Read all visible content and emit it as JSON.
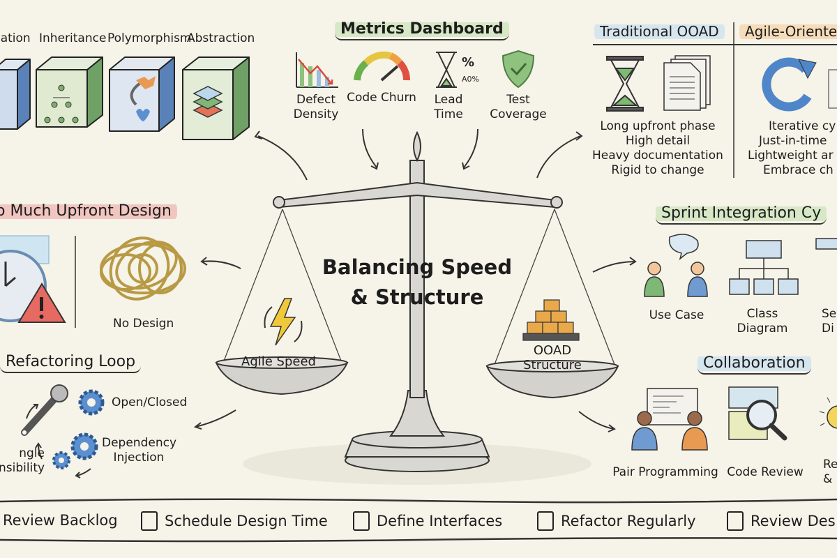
{
  "pillars": {
    "items": [
      {
        "label": "lation",
        "color": "#6f9bd1"
      },
      {
        "label": "Inheritance",
        "color": "#8fbf7f"
      },
      {
        "label": "Polymorphism",
        "color": "#6f9bd1"
      },
      {
        "label": "Abstraction",
        "color": "#8fbf7f"
      }
    ]
  },
  "metrics": {
    "title": "Metrics Dashboard",
    "items": [
      {
        "label_1": "Defect",
        "label_2": "Density",
        "icon": "bar-chart-down-icon"
      },
      {
        "label_1": "Code Churn",
        "label_2": "",
        "icon": "gauge-icon"
      },
      {
        "label_1": "Lead",
        "label_2": "Time",
        "icon": "hourglass-icon",
        "badge_1": "%",
        "badge_2": "A0%"
      },
      {
        "label_1": "Test",
        "label_2": "Coverage",
        "icon": "shield-check-icon"
      }
    ]
  },
  "comparison": {
    "left": {
      "title": "Traditional OOAD",
      "lines": [
        "Long upfront phase",
        "High detail",
        "Heavy documentation",
        "Rigid to change"
      ]
    },
    "right": {
      "title": "Agile-Oriented",
      "lines": [
        "Iterative cy",
        "Just-in-time",
        "Lightweight ar",
        "Embrace ch"
      ]
    }
  },
  "antipatterns": {
    "title": "o Much Upfront Design",
    "no_design": "No Design"
  },
  "refactoring": {
    "title": "Refactoring Loop",
    "open_closed": "Open/Closed",
    "dependency_1": "Dependency",
    "dependency_2": "Injection",
    "single_1": "ngle",
    "single_2": "nsibility"
  },
  "center": {
    "title_1": "Balancing Speed",
    "title_2": "& Structure",
    "left_pan": "Agile Speed",
    "right_pan_1": "OOAD",
    "right_pan_2": "Structure"
  },
  "sprint": {
    "title": "Sprint Integration Cy",
    "items": [
      {
        "label_1": "Use Case",
        "label_2": ""
      },
      {
        "label_1": "Class",
        "label_2": "Diagram"
      },
      {
        "label_1": "Se",
        "label_2": "Di"
      }
    ]
  },
  "collaboration": {
    "title": "Collaboration",
    "items": [
      {
        "label_1": "Pair Programming",
        "label_2": ""
      },
      {
        "label_1": "Code Review",
        "label_2": ""
      },
      {
        "label_1": "Re",
        "label_2": "&"
      }
    ]
  },
  "checklist": {
    "items": [
      {
        "label": "Review Backlog",
        "checked": false
      },
      {
        "label": "Schedule Design Time",
        "checked": false
      },
      {
        "label": "Define Interfaces",
        "checked": false
      },
      {
        "label": "Refactor Regularly",
        "checked": false
      },
      {
        "label": "Review Des",
        "checked": false
      }
    ]
  },
  "colors": {
    "background": "#f6f3e8",
    "blue": "#6f9bd1",
    "green": "#8fbf7f",
    "orange": "#e99a52",
    "red": "#e07468"
  }
}
